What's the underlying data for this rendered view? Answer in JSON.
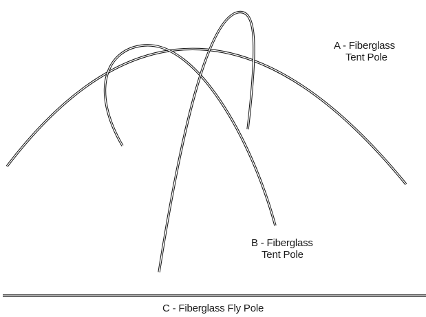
{
  "labels": {
    "pole_a": {
      "line1": "A - Fiberglass",
      "line2": "Tent Pole"
    },
    "pole_b": {
      "line1": "B - Fiberglass",
      "line2": "Tent Pole"
    },
    "pole_c": "C - Fiberglass Fly Pole"
  },
  "colors": {
    "line": "#1a1a1a",
    "background": "#ffffff"
  }
}
